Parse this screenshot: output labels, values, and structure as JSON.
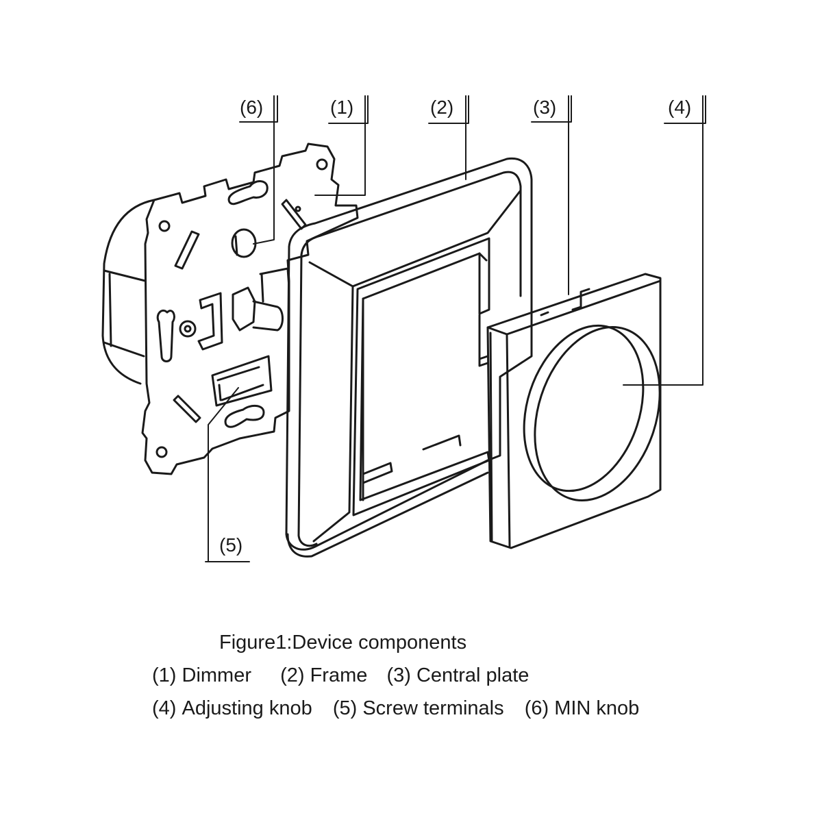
{
  "callouts": [
    {
      "id": "6",
      "label": "(6)"
    },
    {
      "id": "1",
      "label": "(1)"
    },
    {
      "id": "2",
      "label": "(2)"
    },
    {
      "id": "3",
      "label": "(3)"
    },
    {
      "id": "4",
      "label": "(4)"
    },
    {
      "id": "5",
      "label": "(5)"
    }
  ],
  "caption": {
    "title": "Figure1:Device components",
    "items": [
      {
        "number": "(1)",
        "text": "Dimmer"
      },
      {
        "number": "(2)",
        "text": "Frame"
      },
      {
        "number": "(3)",
        "text": "Central plate"
      },
      {
        "number": "(4)",
        "text": "Adjusting knob"
      },
      {
        "number": "(5)",
        "text": "Screw terminals"
      },
      {
        "number": "(6)",
        "text": "MIN knob"
      }
    ]
  },
  "colors": {
    "ink": "#1a1a1a",
    "paper": "#ffffff"
  }
}
